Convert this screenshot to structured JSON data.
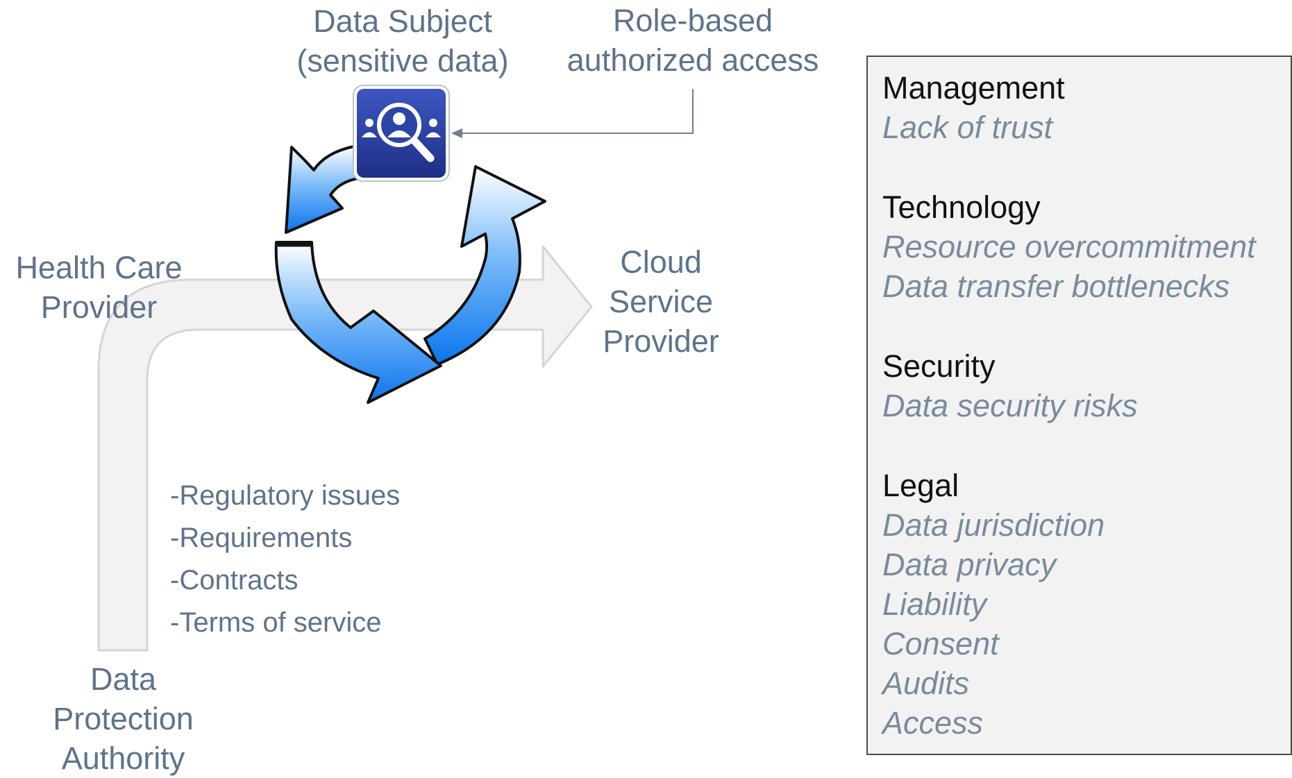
{
  "labels": {
    "data_subject": [
      "Data Subject",
      "(sensitive data)"
    ],
    "role_access": [
      "Role-based",
      "authorized access"
    ],
    "health_care_provider": [
      "Health Care",
      "Provider"
    ],
    "cloud_service_provider": [
      "Cloud",
      "Service",
      "Provider"
    ],
    "data_protection_authority": [
      "Data",
      "Protection",
      "Authority"
    ]
  },
  "regulatory_items": [
    "-Regulatory issues",
    "-Requirements",
    "-Contracts",
    "-Terms of service"
  ],
  "challenges": [
    {
      "category": "Management",
      "risks": [
        "Lack of trust"
      ]
    },
    {
      "category": "Technology",
      "risks": [
        "Resource overcommitment",
        "Data transfer bottlenecks"
      ]
    },
    {
      "category": "Security",
      "risks": [
        "Data security risks"
      ]
    },
    {
      "category": "Legal",
      "risks": [
        "Data jurisdiction",
        "Data privacy",
        "Liability",
        "Consent",
        "Audits",
        "Access"
      ]
    }
  ],
  "icons": {
    "data_subject": "magnifier-people-icon",
    "cycle": "circular-arrows-icon",
    "flow": "bent-arrow-icon"
  },
  "colors": {
    "label_text": "#5e738b",
    "risk_text": "#7a8a9c",
    "category_text": "#111111",
    "panel_bg": "#f2f2f2",
    "cycle_blue": "#1f86f2",
    "icon_bg": "#2a3f9a"
  }
}
